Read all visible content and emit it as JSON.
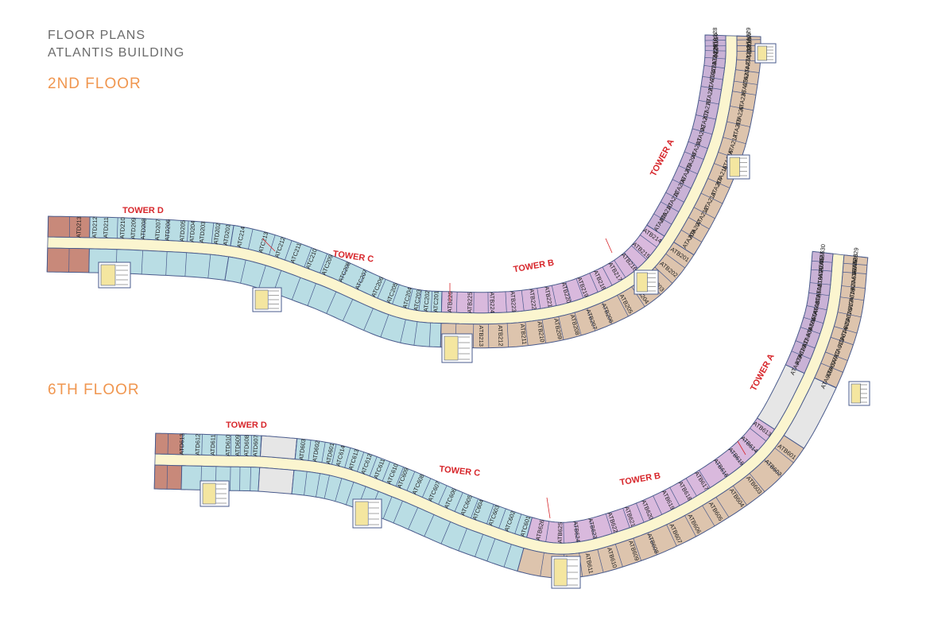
{
  "header": {
    "title_line1": "FLOOR PLANS",
    "title_line2": "ATLANTIS BUILDING",
    "floor2_label": "2ND FLOOR",
    "floor6_label": "6TH FLOOR"
  },
  "colors": {
    "tower_a": "#c9b2d6",
    "tower_b": "#d9b9dd",
    "tower_c": "#b9dde4",
    "tower_d": "#b9dde4",
    "end_units": "#c8897a",
    "outer_units": "#ddc4ad",
    "corridor": "#fbf5cf",
    "core": "#f4e6a0",
    "outline": "#4a5b8c",
    "tower_label": "#d7262b",
    "heading_gray": "#6b6b6b",
    "heading_orange": "#f0964f"
  },
  "floors": [
    {
      "id": "floor-2",
      "towers": [
        {
          "name": "TOWER D",
          "units": [
            "ATD213",
            "ATD212",
            "ATD211",
            "ATD210",
            "ATD209",
            "ATD208",
            "ATD207",
            "ATD206",
            "ATD205",
            "ATD204",
            "ATD203",
            "ATD202",
            "ATD201"
          ]
        },
        {
          "name": "TOWER C",
          "units": [
            "ATC214",
            "ATC213",
            "ATC212",
            "ATC211",
            "ATC210",
            "ATC209",
            "ATC208",
            "ATC207",
            "ATC206",
            "ATC205",
            "ATC204",
            "ATC203",
            "ATC202",
            "ATC201"
          ]
        },
        {
          "name": "TOWER B",
          "units": [
            "ATB226",
            "ATB225",
            "ATB224",
            "ATB223",
            "ATB222",
            "ATB221",
            "ATB220",
            "ATB219",
            "ATB218",
            "ATB217",
            "ATB216",
            "ATB215",
            "ATB214",
            "ATB213",
            "ATB212",
            "ATB211",
            "ATB210",
            "ATB209",
            "ATB208",
            "ATB207",
            "ATB206",
            "ATB205",
            "ATB204",
            "ATB203",
            "ATB202",
            "ATB201"
          ]
        },
        {
          "name": "TOWER A",
          "units": [
            "ATA209",
            "ATA208",
            "ATA210",
            "ATA207",
            "ATA211",
            "ATA212",
            "ATA206",
            "ATA213",
            "ATA205",
            "ATA214",
            "ATA204",
            "ATA215",
            "ATA203",
            "ATA216",
            "ATA202",
            "ATA217",
            "ATA201",
            "ATA218",
            "ATA219",
            "ATA220",
            "ATA221",
            "ATA236",
            "ATA222",
            "ATA235",
            "ATA223",
            "ATA234",
            "ATA224",
            "ATA233",
            "ATA225",
            "ATA232",
            "ATA226",
            "ATA231",
            "ATA227",
            "ATA230",
            "ATA228",
            "ATA229"
          ]
        }
      ]
    },
    {
      "id": "floor-6",
      "towers": [
        {
          "name": "TOWER D",
          "units": [
            "ATD613",
            "ATD612",
            "ATD611",
            "ATD610",
            "ATD609",
            "ATD608",
            "ATD607"
          ]
        },
        {
          "name": "TOWER C",
          "units": [
            "ATD603",
            "ATD602",
            "ATD601",
            "ATC614",
            "ATC613",
            "ATC612",
            "ATC611",
            "ATC610",
            "ATC609",
            "ATC608",
            "ATC607",
            "ATC606",
            "ATC605",
            "ATC604",
            "ATC603",
            "ATC602",
            "ATC601"
          ]
        },
        {
          "name": "TOWER B",
          "units": [
            "ATB626",
            "ATB625",
            "ATB624",
            "ATB623",
            "ATB622",
            "ATB621",
            "ATB620",
            "ATB619",
            "ATB618",
            "ATB617",
            "ATB616",
            "ATB615",
            "ATB614",
            "ATB613",
            "ATB612",
            "ATB611",
            "ATB610",
            "ATB609",
            "ATB608",
            "ATB607",
            "ATB606",
            "ATB605",
            "ATB604",
            "ATB603",
            "ATB602",
            "ATB601"
          ]
        },
        {
          "name": "TOWER A",
          "units": [
            "ATA609",
            "ATA608",
            "ATA610",
            "ATA607",
            "ATA611",
            "ATA612",
            "ATA606",
            "ATA613",
            "ATA605",
            "ATA614",
            "ATA604",
            "ATA615",
            "ATA603",
            "ATA616",
            "ATA602",
            "ATA617",
            "ATA601",
            "ATA618",
            "ATA619",
            "ATA620",
            "ATA621",
            "ATA636",
            "ATA635",
            "ATA626",
            "ATA627",
            "ATA628",
            "ATA630",
            "ATA629"
          ]
        }
      ]
    }
  ]
}
